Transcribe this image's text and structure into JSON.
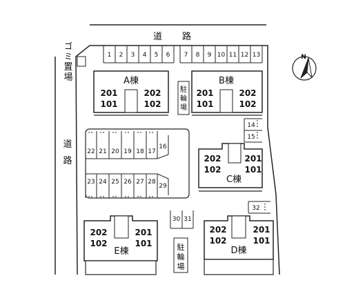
{
  "roads": {
    "top": "道　路",
    "left": [
      "道",
      "路"
    ]
  },
  "garbage_area": [
    "ゴ",
    "ミ",
    "置",
    "場"
  ],
  "bicycle_parking": [
    "駐",
    "輪",
    "場"
  ],
  "buildings": [
    {
      "id": "A",
      "name": "A棟",
      "units": [
        "201",
        "101",
        "202",
        "102"
      ]
    },
    {
      "id": "B",
      "name": "B棟",
      "units": [
        "201",
        "101",
        "202",
        "102"
      ]
    },
    {
      "id": "C",
      "name": "C棟",
      "units": [
        "202",
        "102",
        "201",
        "101"
      ]
    },
    {
      "id": "E",
      "name": "E棟",
      "units": [
        "202",
        "102",
        "201",
        "101"
      ]
    },
    {
      "id": "D",
      "name": "D棟",
      "units": [
        "202",
        "102",
        "201",
        "101"
      ]
    }
  ],
  "parking": {
    "top_row_a": [
      "1",
      "2",
      "3",
      "4",
      "5",
      "6"
    ],
    "top_row_b": [
      "7",
      "8",
      "9",
      "10",
      "11",
      "12",
      "13"
    ],
    "right_top": [
      "14",
      "15"
    ],
    "middle_upper": [
      "22",
      "21",
      "20",
      "19",
      "18",
      "17",
      "16"
    ],
    "middle_lower": [
      "23",
      "24",
      "25",
      "26",
      "27",
      "28",
      "29"
    ],
    "center": [
      "30",
      "31"
    ],
    "right_lower": [
      "32"
    ]
  },
  "compass": {
    "label": "N"
  }
}
